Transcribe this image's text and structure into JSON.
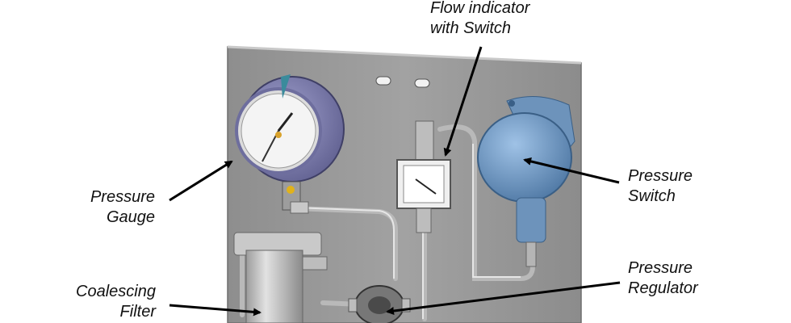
{
  "callouts": {
    "flow_indicator": {
      "line1": "Flow indicator",
      "line2": "with Switch"
    },
    "pressure_gauge": {
      "line1": "Pressure",
      "line2": "Gauge"
    },
    "pressure_switch": {
      "line1": "Pressure",
      "line2": "Switch"
    },
    "pressure_regulator": {
      "line1": "Pressure",
      "line2": "Regulator"
    },
    "coalescing_filter": {
      "line1": "Coalescing",
      "line2": "Filter"
    }
  },
  "colors": {
    "panel": "#9a9a9a",
    "gauge_body": "#7f7fae",
    "switch_body": "#7ba2cc",
    "tubing": "#c8c8c8",
    "arrow": "#000000"
  },
  "icons": [
    "pressure-gauge-icon",
    "flow-indicator-icon",
    "pressure-switch-icon",
    "pressure-regulator-icon",
    "coalescing-filter-icon"
  ]
}
